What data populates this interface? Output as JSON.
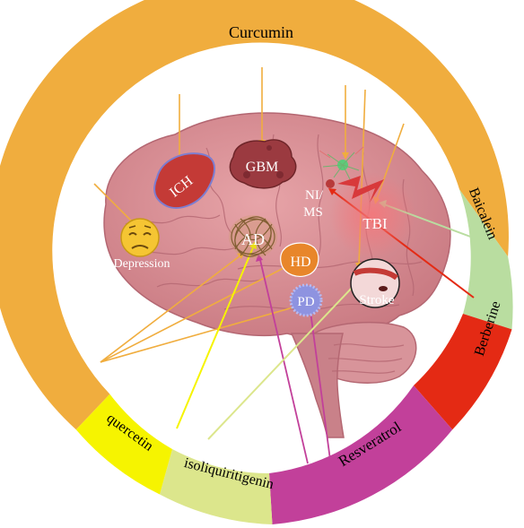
{
  "compounds": {
    "curcumin": {
      "label": "Curcumin",
      "color": "#F0AD3E"
    },
    "baicalein": {
      "label": "Baicalein",
      "color": "#B9DDA0"
    },
    "berberine": {
      "label": "Berberine",
      "color": "#E42A14"
    },
    "resveratrol": {
      "label": "Resveratrol",
      "color": "#C2409A"
    },
    "isoliquiritigenin": {
      "label": "isoliquiritigenin",
      "color": "#DCE68C"
    },
    "quercetin": {
      "label": "quercetin",
      "color": "#F6F400"
    }
  },
  "diseases": {
    "ich": "ICH",
    "gbm": "GBM",
    "nims_line1": "NI/",
    "nims_line2": "MS",
    "tbi": "TBI",
    "ad": "AD",
    "hd": "HD",
    "pd": "PD",
    "stroke": "Stroke",
    "depression": "Depression"
  },
  "icons": [
    "sad-face-icon",
    "brain-illustration",
    "hemorrhage-blob",
    "tumor-blob",
    "plaque-tangle",
    "neuron-icon",
    "lightning-icon",
    "artery-icon"
  ]
}
